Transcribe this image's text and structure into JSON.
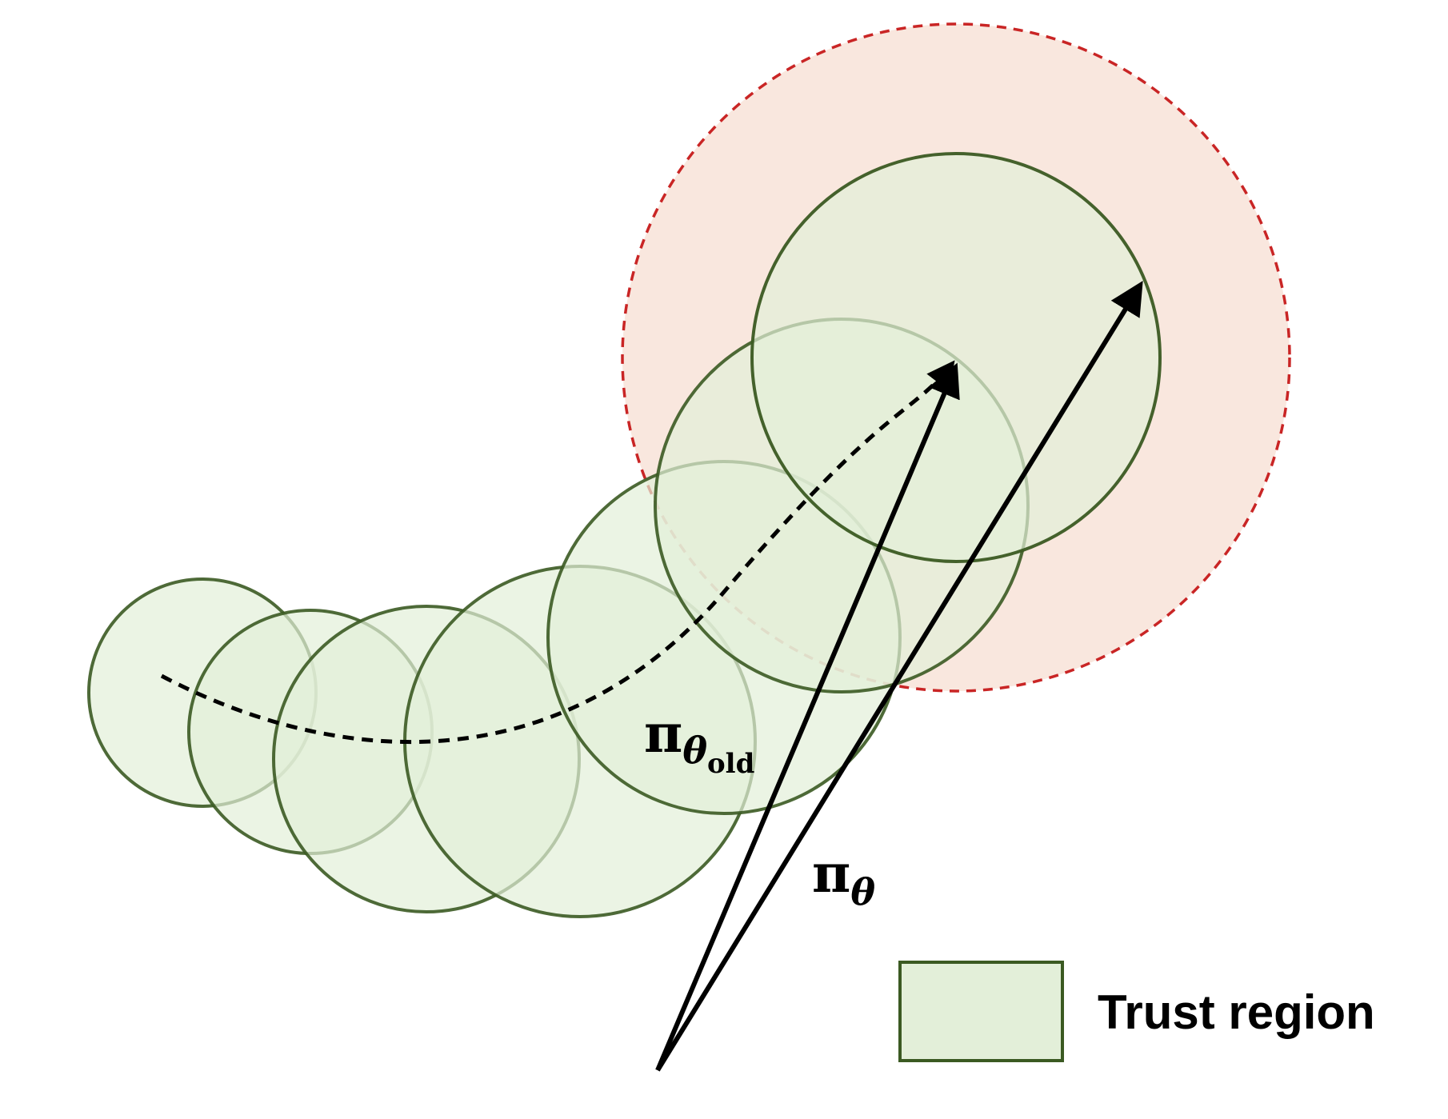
{
  "legend": {
    "label": "Trust region"
  },
  "labels": {
    "pi_theta_old": {
      "base": "π",
      "sub": "θ",
      "subsub": "old"
    },
    "pi_theta": {
      "base": "π",
      "sub": "θ"
    }
  },
  "colors": {
    "trust_region_fill": "#e3efd9",
    "trust_region_stroke": "#3b5a22",
    "outer_region_fill": "#f9e3d9",
    "outer_region_stroke": "#c00000",
    "arrow": "#000000",
    "text": "#000000"
  }
}
